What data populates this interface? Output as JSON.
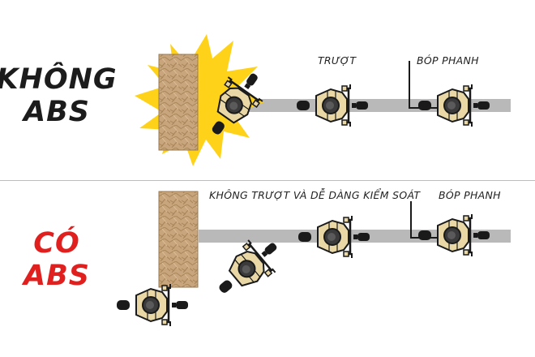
{
  "top": {
    "heading_line1": "KHÔNG",
    "heading_line2": "ABS",
    "label_skid": "TRƯỢT",
    "label_brake": "BÓP PHANH"
  },
  "bottom": {
    "heading_line1": "CÓ",
    "heading_line2": "ABS",
    "label_control": "KHÔNG TRƯỢT VÀ DỄ DÀNG KIỂM SOÁT",
    "label_brake": "BÓP PHANH"
  },
  "colors": {
    "heading_dark": "#1c1c1c",
    "heading_red": "#e0201e",
    "track": "#b9b9b9",
    "wall": "#c8a57c",
    "explosion": "#ffd21a",
    "rider": "#e9d8a6"
  }
}
